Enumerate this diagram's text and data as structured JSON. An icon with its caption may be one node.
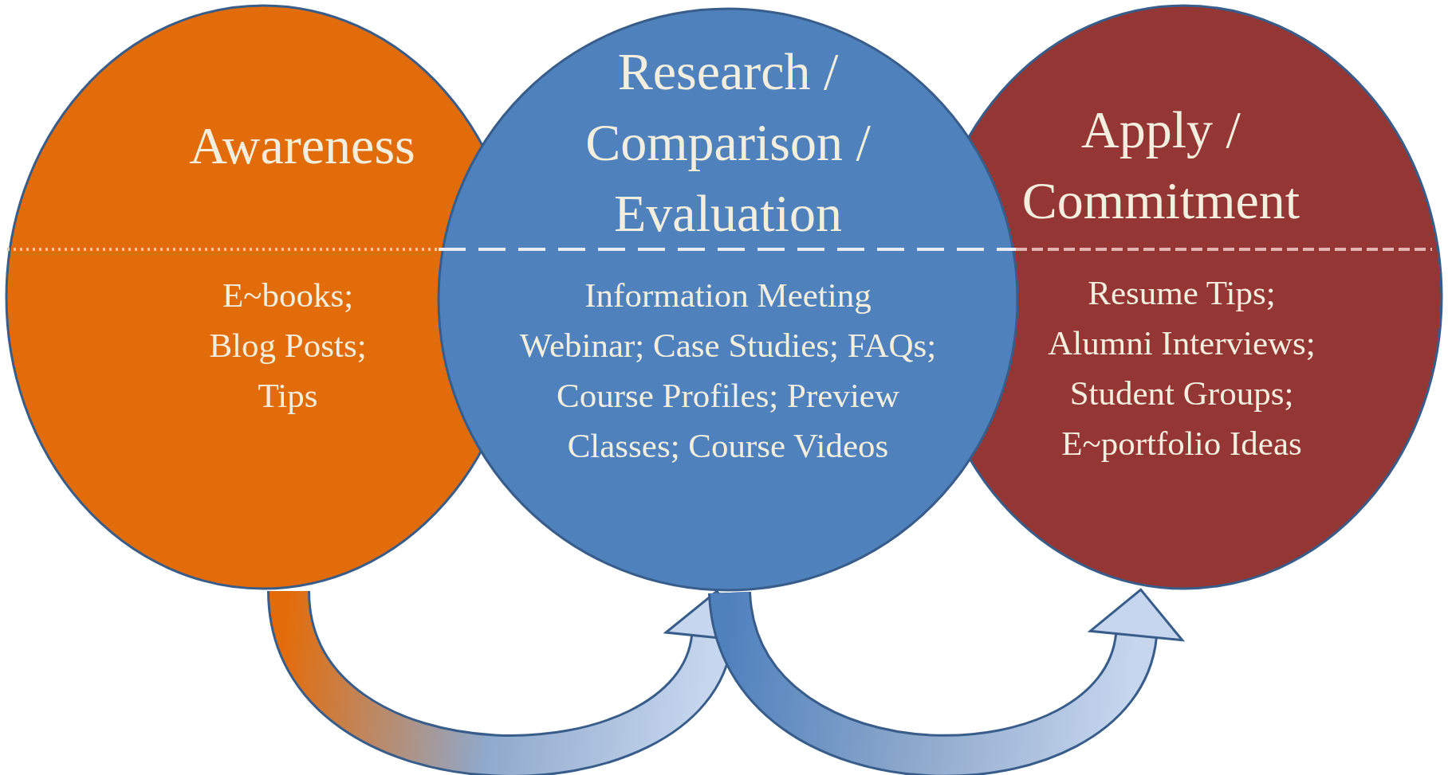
{
  "diagram": {
    "nodes": [
      {
        "text": [
          "Awareness",
          "E~books; Blog Posts; Tips"
        ]
      },
      {
        "text": [
          "Research / Comparison / Evaluation",
          "Information Meeting Webinar; Case Studies; FAQs; Course Profiles; Preview Classes; Course Videos"
        ]
      },
      {
        "text": [
          "Apply / Commitment",
          "Resume Tips; Alumni Interviews; Student Groups; E~portfolio Ideas"
        ]
      }
    ],
    "edges": [
      {
        "from": 0,
        "to": 1,
        "arrow": "to"
      },
      {
        "from": 1,
        "to": 2,
        "arrow": "to"
      }
    ]
  }
}
